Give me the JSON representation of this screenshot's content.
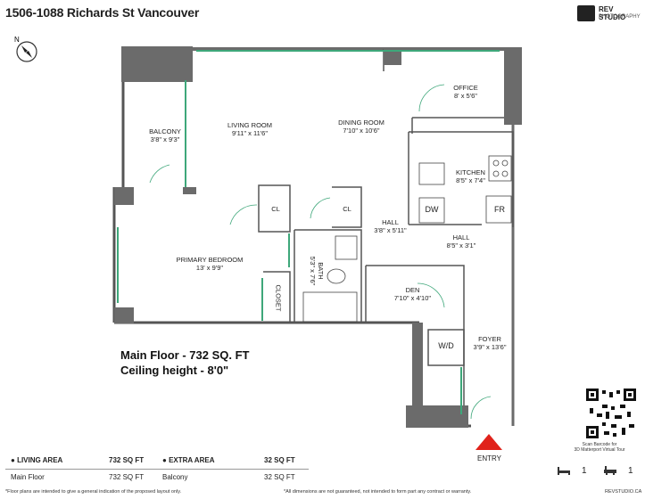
{
  "header": {
    "title": "1506-1088 Richards St Vancouver"
  },
  "brand": {
    "name": "REV STUDIO",
    "tagline": "PHOTOGRAPHY"
  },
  "compass": {
    "label": "N"
  },
  "rooms": {
    "office": {
      "name": "OFFICE",
      "dim": "8' x 5'6\""
    },
    "living": {
      "name": "LIVING ROOM",
      "dim": "9'11\" x 11'6\""
    },
    "dining": {
      "name": "DINING ROOM",
      "dim": "7'10\" x 10'6\""
    },
    "balcony": {
      "name": "BALCONY",
      "dim": "3'8\" x 9'3\""
    },
    "kitchen": {
      "name": "KITCHEN",
      "dim": "8'5\" x 7'4\""
    },
    "hall1": {
      "name": "HALL",
      "dim": "3'8\" x 5'11\""
    },
    "hall2": {
      "name": "HALL",
      "dim": "8'5\" x 3'1\""
    },
    "cl1": {
      "name": "CL"
    },
    "cl2": {
      "name": "CL"
    },
    "primary": {
      "name": "PRIMARY BEDROOM",
      "dim": "13' x 9'9\""
    },
    "bath": {
      "name": "BATH",
      "dim": "5'3\" x 7'6\""
    },
    "closet": {
      "name": "CLOSET"
    },
    "den": {
      "name": "DEN",
      "dim": "7'10\" x 4'10\""
    },
    "foyer": {
      "name": "FOYER",
      "dim": "3'9\" x 13'6\""
    }
  },
  "fixtures": {
    "dw": "DW",
    "fr": "FR",
    "wd": "W/D"
  },
  "summary": {
    "floor": "Main Floor - 732 SQ. FT",
    "ceiling": "Ceiling height - 8'0\""
  },
  "entry": {
    "label": "ENTRY"
  },
  "qr": {
    "caption1": "Scan Barcode for",
    "caption2": "3D Matterport Virtual Tour"
  },
  "areas": {
    "living_label": "LIVING AREA",
    "living_value": "732 SQ FT",
    "extra_label": "EXTRA AREA",
    "extra_value": "32 SQ FT",
    "main_floor_label": "Main Floor",
    "main_floor_value": "732 SQ FT",
    "balcony_label": "Balcony",
    "balcony_value": "32 SQ FT"
  },
  "counts": {
    "beds": "1",
    "baths": "1"
  },
  "footer": {
    "left": "*Floor plans are intended to give a general indication of the proposed layout only.",
    "mid": "*All dimensions are not guaranteed, not intended to form part any contract or warranty.",
    "right": "REVSTUDIO.CA"
  },
  "colors": {
    "wall": "#6b6b6b",
    "window": "#3ea77a",
    "entry_arrow": "#e0221b"
  }
}
